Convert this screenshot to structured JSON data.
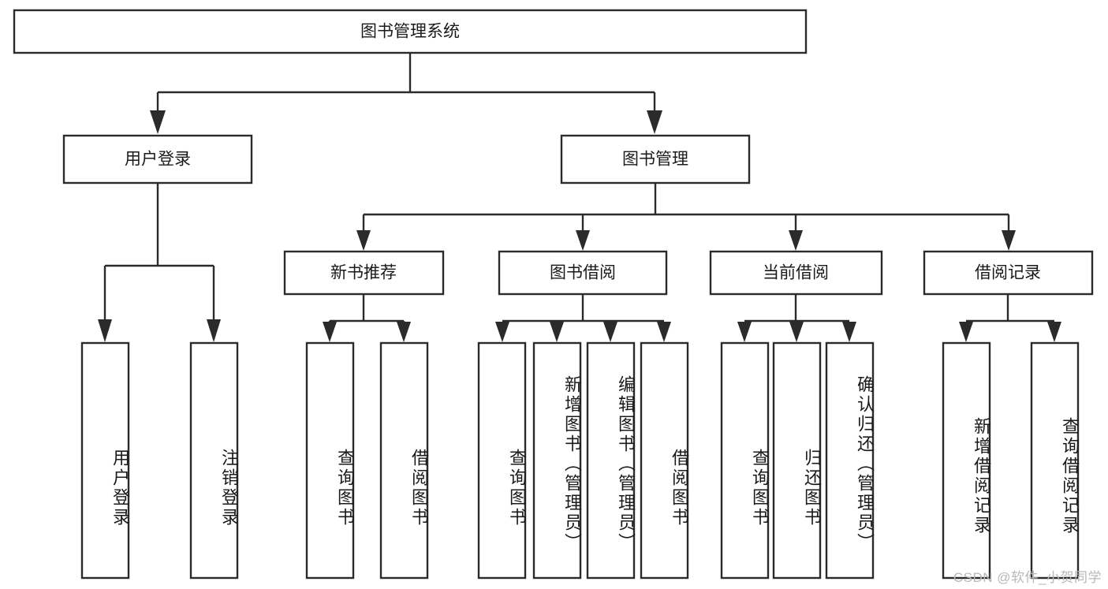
{
  "diagram": {
    "title": "图书管理系统",
    "type": "tree-hierarchy-diagram",
    "colors": {
      "box_fill": "#ffffff",
      "box_stroke": "#2b2b2b",
      "text": "#1a1a1a",
      "background": "#ffffff",
      "watermark": "#b8b8b8"
    },
    "root": {
      "label": "图书管理系统"
    },
    "level2": [
      {
        "label": "用户登录"
      },
      {
        "label": "图书管理"
      }
    ],
    "level3": [
      {
        "label": "新书推荐"
      },
      {
        "label": "图书借阅"
      },
      {
        "label": "当前借阅"
      },
      {
        "label": "借阅记录"
      }
    ],
    "leaves": {
      "user_login": [
        {
          "label": "用户登录"
        },
        {
          "label": "注销登录"
        }
      ],
      "new_book_recommend": [
        {
          "label": "查询图书"
        },
        {
          "label": "借阅图书"
        }
      ],
      "book_borrow": [
        {
          "label": "查询图书"
        },
        {
          "label": "新增图书（管理员）"
        },
        {
          "label": "编辑图书（管理员）"
        },
        {
          "label": "借阅图书"
        }
      ],
      "current_borrow": [
        {
          "label": "查询图书"
        },
        {
          "label": "归还图书"
        },
        {
          "label": "确认归还（管理员）"
        }
      ],
      "borrow_record": [
        {
          "label": "新增借阅记录"
        },
        {
          "label": "查询借阅记录"
        }
      ]
    }
  },
  "watermark": {
    "text": "CSDN @软件_小贺同学"
  }
}
